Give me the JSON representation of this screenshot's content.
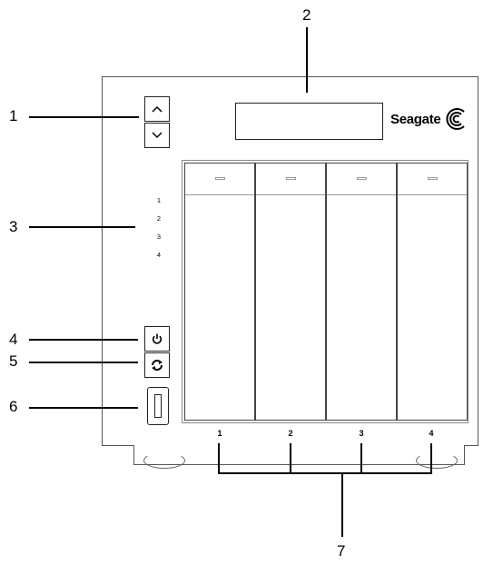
{
  "brand": {
    "name": "Seagate"
  },
  "callouts": {
    "c1": "1",
    "c2": "2",
    "c3": "3",
    "c4": "4",
    "c5": "5",
    "c6": "6",
    "c7": "7"
  },
  "status_leds": [
    "1",
    "2",
    "3",
    "4"
  ],
  "drive_bays": [
    "1",
    "2",
    "3",
    "4"
  ],
  "icons": {
    "up": "chevron-up-icon",
    "down": "chevron-down-icon",
    "power": "power-icon",
    "copy": "sync-icon",
    "usb": "usb-port",
    "logo": "seagate-logo-icon"
  }
}
